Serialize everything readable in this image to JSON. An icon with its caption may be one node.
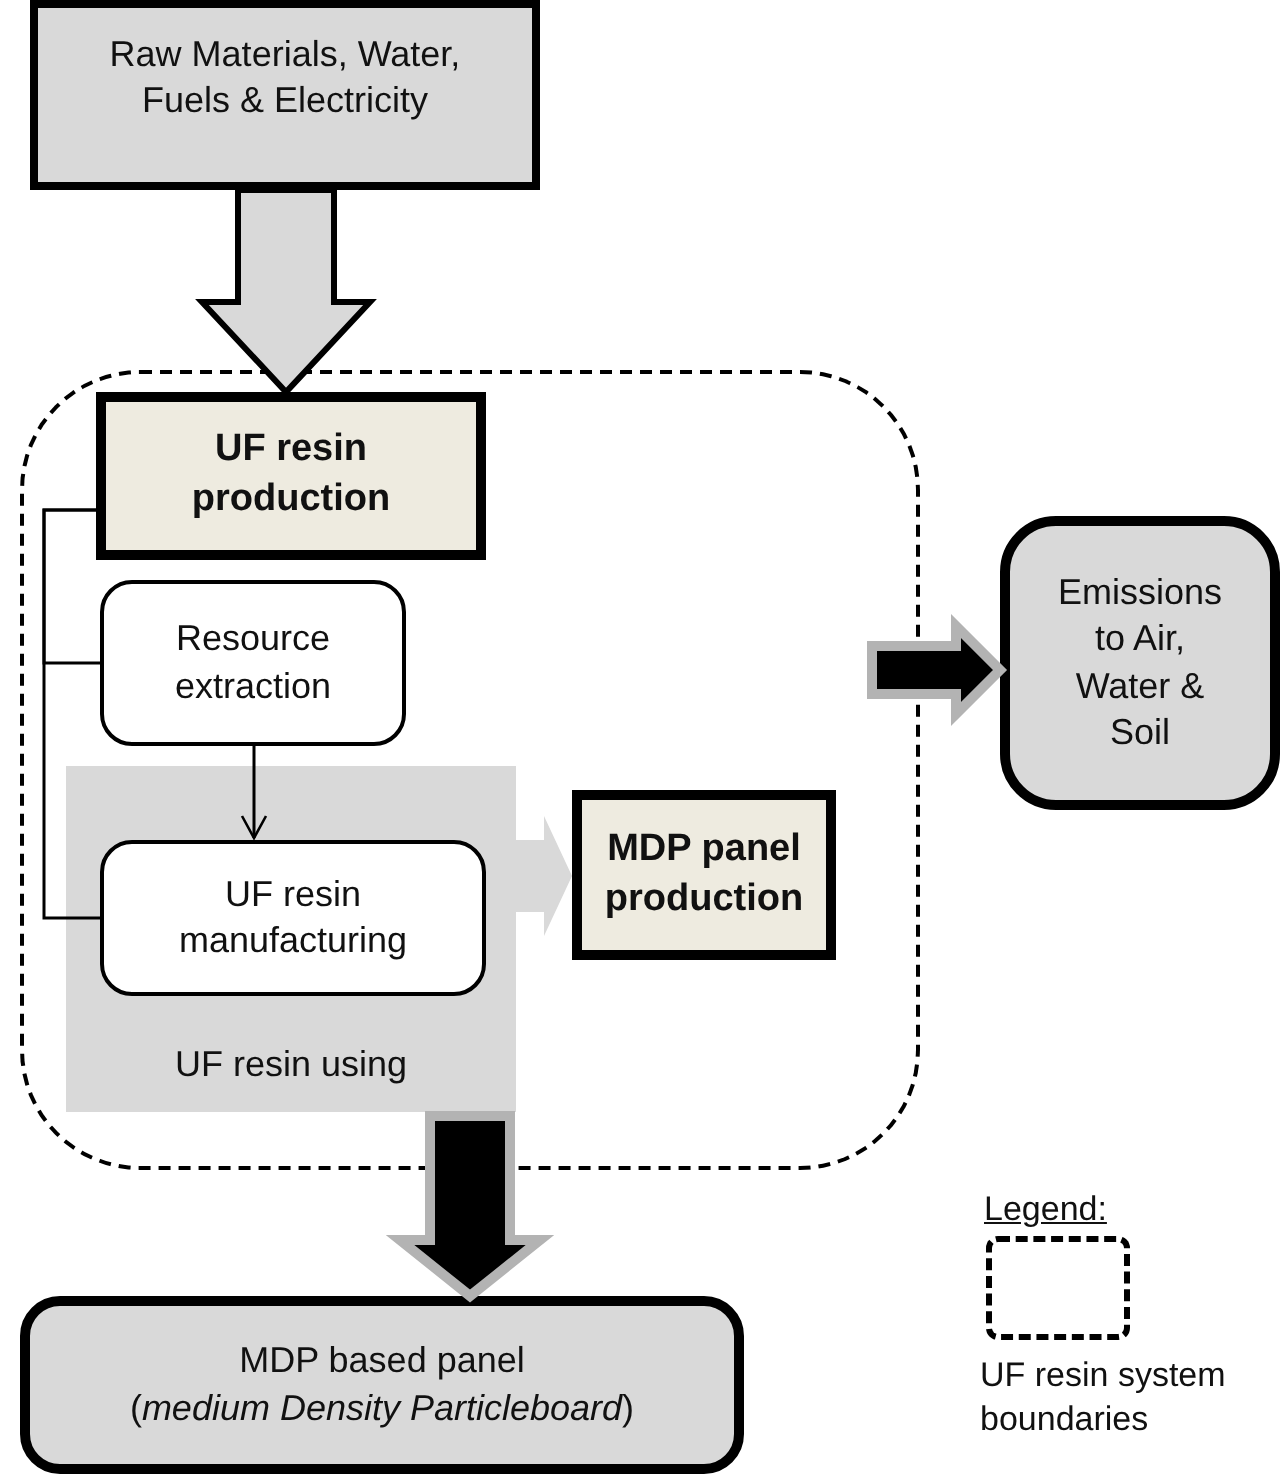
{
  "diagram": {
    "nodes": [
      {
        "text": [
          "Raw Materials, Water, Fuels & Electricity"
        ]
      },
      {
        "text": [],
        "shape": "box"
      },
      {
        "text": [
          "UF resin production"
        ],
        "in": 1
      },
      {
        "text": [
          "Resource extraction"
        ],
        "in": 1
      },
      {
        "text": [
          "UF resin using"
        ],
        "in": 1
      },
      {
        "text": [
          "UF resin manufacturing"
        ],
        "in": 4
      },
      {
        "text": [
          "MDP panel production"
        ],
        "in": 1
      },
      {
        "text": [
          "Emissions to Air, Water & Soil"
        ]
      },
      {
        "text": [
          "MDP based panel",
          "(*medium Density Particleboard*)"
        ]
      }
    ],
    "edges": [
      {
        "from": 0,
        "to": 2,
        "arrow": "to",
        "style": "thick",
        "color": "#d9d9d9"
      },
      {
        "from": 2,
        "to": 3,
        "arrow": "none"
      },
      {
        "from": 2,
        "to": 5,
        "arrow": "none"
      },
      {
        "from": 3,
        "to": 5,
        "arrow": "to"
      },
      {
        "from": 4,
        "to": 6,
        "arrow": "to",
        "style": "thick",
        "color": "#d9d9d9"
      },
      {
        "from": 1,
        "to": 7,
        "arrow": "to",
        "style": "thick"
      },
      {
        "from": 1,
        "to": 8,
        "arrow": "to",
        "style": "thick"
      }
    ],
    "labels": [
      "Legend:"
    ],
    "legend": [
      {
        "text": "UF resin system boundaries"
      }
    ]
  }
}
